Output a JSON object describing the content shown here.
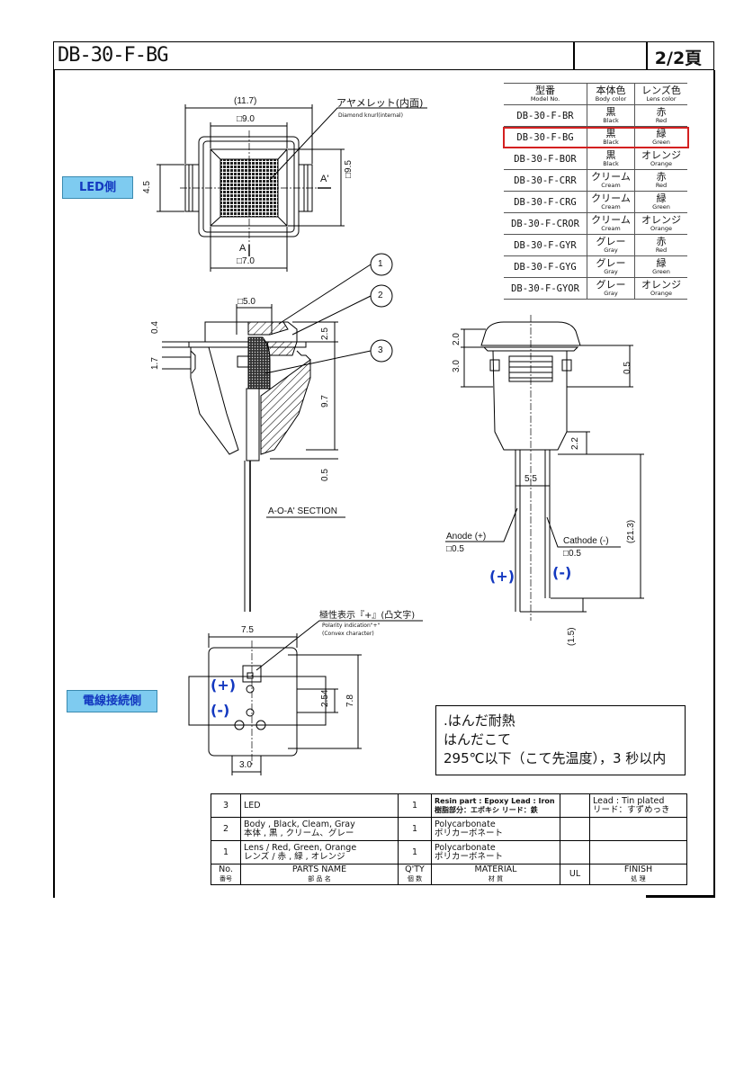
{
  "header": {
    "title": "DB-30-F-BG",
    "page": "2/2頁"
  },
  "model_table": {
    "head": {
      "model": "型番",
      "model_en": "Model No.",
      "body": "本体色",
      "body_en": "Body color",
      "lens": "レンズ色",
      "lens_en": "Lens color"
    },
    "rows": [
      {
        "model": "DB-30-F-BR",
        "body": "黒",
        "body_en": "Black",
        "lens": "赤",
        "lens_en": "Red"
      },
      {
        "model": "DB-30-F-BG",
        "body": "黒",
        "body_en": "Black",
        "lens": "緑",
        "lens_en": "Green"
      },
      {
        "model": "DB-30-F-BOR",
        "body": "黒",
        "body_en": "Black",
        "lens": "オレンジ",
        "lens_en": "Orange"
      },
      {
        "model": "DB-30-F-CRR",
        "body": "クリーム",
        "body_en": "Cream",
        "lens": "赤",
        "lens_en": "Red"
      },
      {
        "model": "DB-30-F-CRG",
        "body": "クリーム",
        "body_en": "Cream",
        "lens": "緑",
        "lens_en": "Green"
      },
      {
        "model": "DB-30-F-CROR",
        "body": "クリーム",
        "body_en": "Cream",
        "lens": "オレンジ",
        "lens_en": "Orange"
      },
      {
        "model": "DB-30-F-GYR",
        "body": "グレー",
        "body_en": "Gray",
        "lens": "赤",
        "lens_en": "Red"
      },
      {
        "model": "DB-30-F-GYG",
        "body": "グレー",
        "body_en": "Gray",
        "lens": "緑",
        "lens_en": "Green"
      },
      {
        "model": "DB-30-F-GYOR",
        "body": "グレー",
        "body_en": "Gray",
        "lens": "オレンジ",
        "lens_en": "Orange"
      }
    ]
  },
  "labels": {
    "led_side": "LED側",
    "terminal_side": "電線接続側"
  },
  "front_view": {
    "dim_total": "(11.7)",
    "dim_inner": "□9.0",
    "dim_bottom": "□7.0",
    "dim_height": "□9.5",
    "dim_left": "4.5",
    "knurl": "アヤメレット(内面)",
    "knurl_en": "Diamond knurl(internal)",
    "mark_a": "A",
    "mark_a2": "A'"
  },
  "section_view": {
    "dim_top": "□5.0",
    "d04": "0.4",
    "d17": "1.7",
    "d25": "2.5",
    "d97": "9.7",
    "d05": "0.5",
    "balloons": [
      "1",
      "2",
      "3"
    ],
    "caption": "A-O-A' SECTION"
  },
  "side_view": {
    "d20": "2.0",
    "d30": "3.0",
    "d05": "0.5",
    "d22": "2.2",
    "d55": "5.5",
    "d213": "(21.3)",
    "d15": "(1.5)",
    "anode": "Anode (+)",
    "anode_size": "□0.5",
    "cathode": "Cathode (-)",
    "cathode_size": "□0.5",
    "plus": "(+)",
    "minus": "(-)"
  },
  "bottom_view": {
    "polarity": "極性表示『+』(凸文字)",
    "polarity_en1": "Polarity indication\"+\"",
    "polarity_en2": "(Convex character)",
    "d75": "7.5",
    "d254": "2.54",
    "d78": "7.8",
    "d30": "3.0",
    "plus": "(+)",
    "minus": "(-)"
  },
  "note": {
    "line1": ".はんだ耐熱",
    "line2": "はんだこて",
    "line3": "295℃以下（こて先温度），3 秒以内"
  },
  "parts": {
    "rows": [
      {
        "no": "3",
        "name1": "LED",
        "name2": "",
        "qty": "1",
        "mat1": "Resin part : Epoxy   Lead : Iron",
        "mat2": "樹脂部分：エポキシ  リード：鉄",
        "fin1": "Lead : Tin plated",
        "fin2": "リード：すずめっき"
      },
      {
        "no": "2",
        "name1": "Body , Black, Cleam, Gray",
        "name2": "本体 , 黒 , クリーム、グレー",
        "qty": "1",
        "mat1": "Polycarbonate",
        "mat2": "ポリカーボネート",
        "fin1": "",
        "fin2": ""
      },
      {
        "no": "1",
        "name1": "Lens / Red, Green, Orange",
        "name2": "レンズ / 赤 , 緑 , オレンジ",
        "qty": "1",
        "mat1": "Polycarbonate",
        "mat2": "ポリカーボネート",
        "fin1": "",
        "fin2": ""
      }
    ],
    "head": {
      "no": "No.",
      "no_jp": "番号",
      "name": "PARTS  NAME",
      "name_jp": "部 品 名",
      "qty": "Q'TY",
      "qty_jp": "個 数",
      "mat": "MATERIAL",
      "mat_jp": "材 質",
      "ul": "UL",
      "fin": "FINISH",
      "fin_jp": "処 理"
    }
  }
}
